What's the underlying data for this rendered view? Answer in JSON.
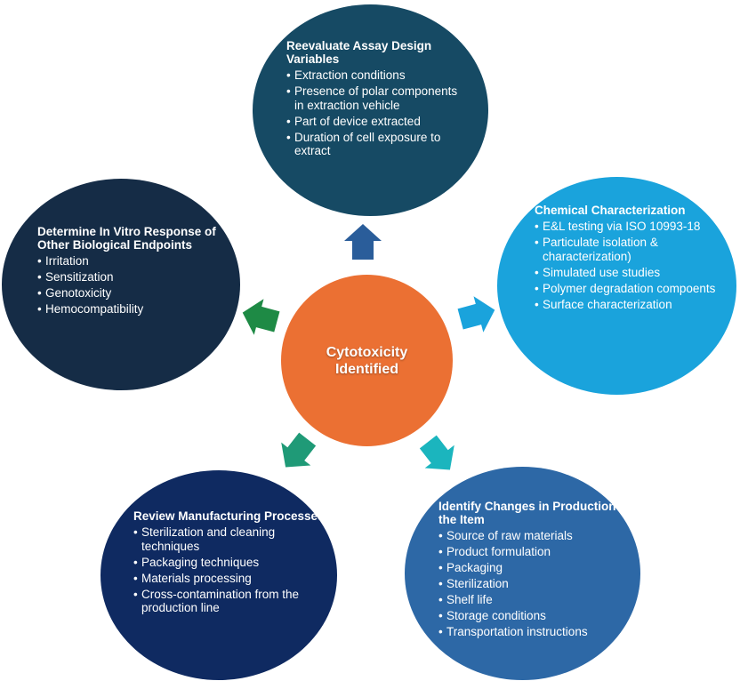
{
  "center": {
    "line1": "Cytotoxicity",
    "line2": "Identified"
  },
  "nodes": {
    "top": {
      "title": "Reevaluate Assay Design Variables",
      "items": [
        "Extraction conditions",
        "Presence of polar components in extraction vehicle",
        "Part of device extracted",
        "Duration of cell exposure to extract"
      ]
    },
    "right": {
      "title": "Chemical Characterization",
      "items": [
        "E&L testing via ISO 10993-18",
        "Particulate isolation & characterization)",
        "Simulated use studies",
        "Polymer degradation compoents",
        "Surface characterization"
      ]
    },
    "left": {
      "title": "Determine In Vitro Response of Other Biological Endpoints",
      "items": [
        "Irritation",
        "Sensitization",
        "Genotoxicity",
        "Hemocompatibility"
      ]
    },
    "bottom_left": {
      "title": "Review Manufacturing Processes",
      "items": [
        "Sterilization and cleaning techniques",
        "Packaging techniques",
        "Materials processing",
        "Cross-contamination from the production line"
      ]
    },
    "bottom_right": {
      "title": "Identify Changes in Production of the Item",
      "items": [
        "Source of raw materials",
        "Product formulation",
        "Packaging",
        "Sterilization",
        "Shelf life",
        "Storage conditions",
        "Transportation instructions"
      ]
    }
  },
  "colors": {
    "center": "#eb7033",
    "top": "#164a64",
    "right": "#1aa3dc",
    "left": "#152c46",
    "bottom_left": "#0f2a61",
    "bottom_right": "#2d68a6",
    "arrow_top": "#2a5d9a",
    "arrow_right": "#1aa3dc",
    "arrow_left": "#1e8a45",
    "arrow_bottom_left": "#1f9a77",
    "arrow_bottom_right": "#1bb5be"
  }
}
